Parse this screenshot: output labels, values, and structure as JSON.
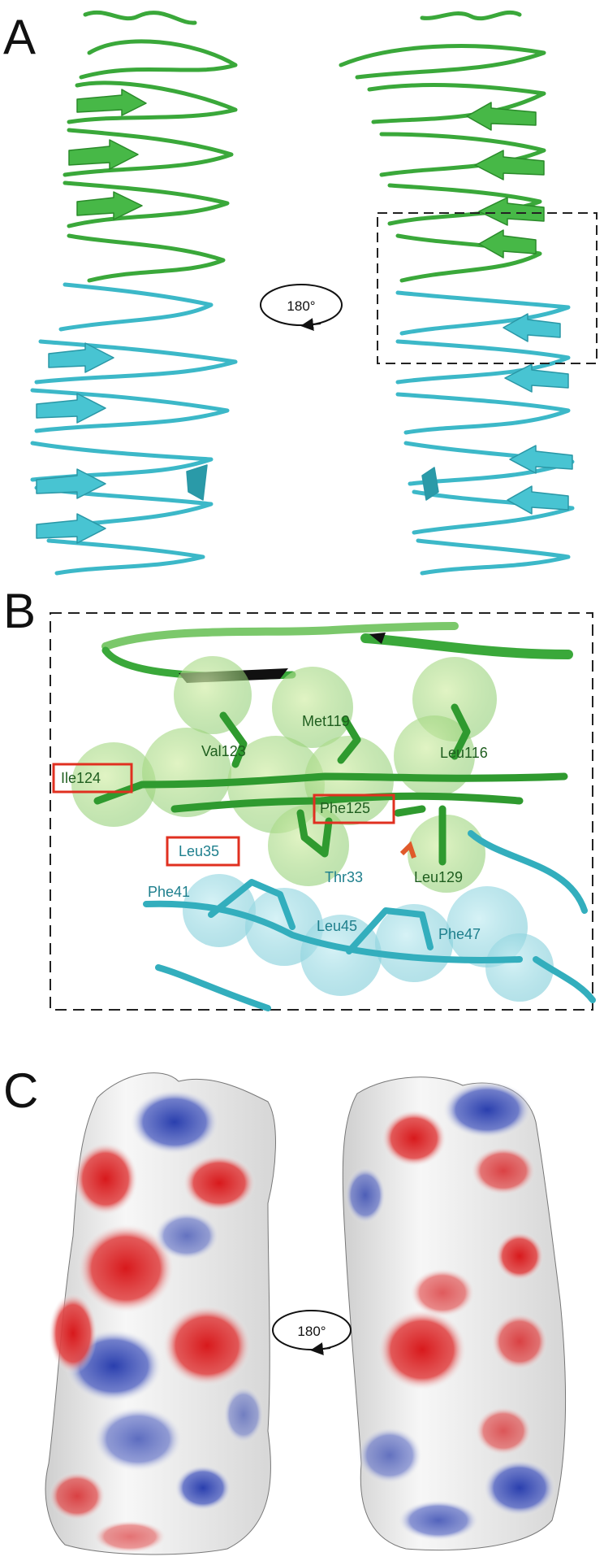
{
  "panels": {
    "a": {
      "letter": "A",
      "rotation_label": "180°"
    },
    "b": {
      "letter": "B"
    },
    "c": {
      "letter": "C",
      "rotation_label": "180°"
    }
  },
  "residues": [
    {
      "label": "Met119",
      "chain": "green",
      "boxed": false
    },
    {
      "label": "Val123",
      "chain": "green",
      "boxed": false
    },
    {
      "label": "Leu116",
      "chain": "green",
      "boxed": false
    },
    {
      "label": "Ile124",
      "chain": "green",
      "boxed": true
    },
    {
      "label": "Phe125",
      "chain": "green",
      "boxed": true
    },
    {
      "label": "Leu35",
      "chain": "cyan",
      "boxed": true
    },
    {
      "label": "Thr33",
      "chain": "cyan",
      "boxed": false
    },
    {
      "label": "Leu129",
      "chain": "green",
      "boxed": false
    },
    {
      "label": "Phe41",
      "chain": "cyan",
      "boxed": false
    },
    {
      "label": "Leu45",
      "chain": "cyan",
      "boxed": false
    },
    {
      "label": "Phe47",
      "chain": "cyan",
      "boxed": false
    }
  ],
  "colors": {
    "green_domain": "#3aa83a",
    "cyan_domain": "#3cb8c8",
    "highlight_box": "#e03020",
    "surface_positive": "#2a3fae",
    "surface_negative": "#d8191c",
    "surface_neutral": "#f2f2f2"
  }
}
